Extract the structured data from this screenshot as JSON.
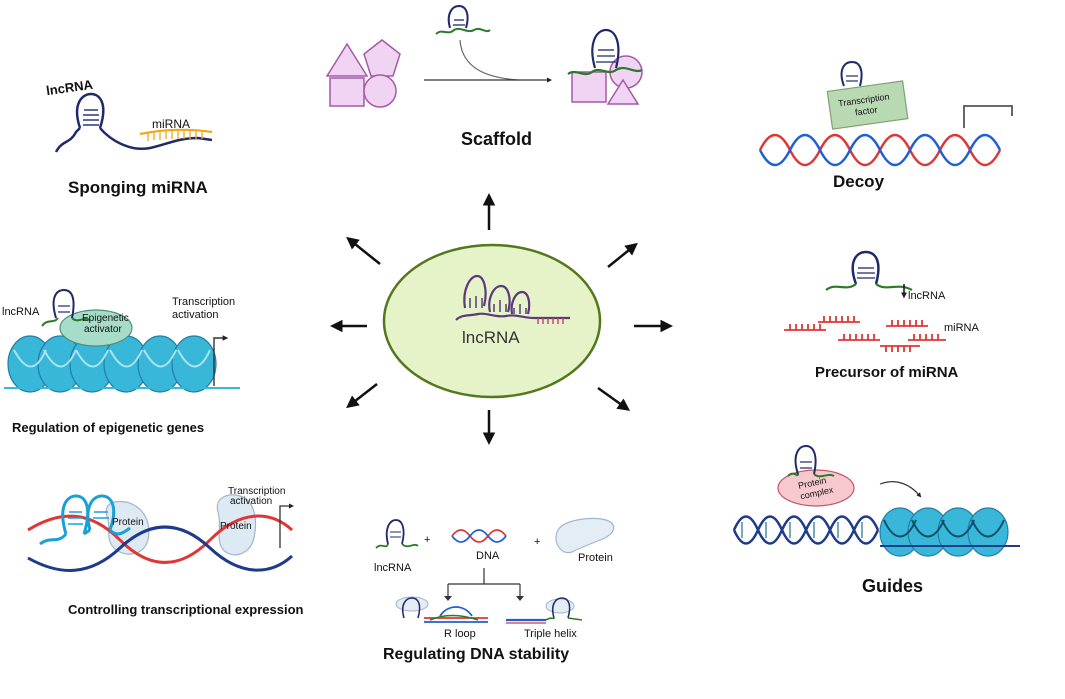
{
  "center": {
    "label": "lncRNA"
  },
  "scaffold": {
    "title": "Scaffold"
  },
  "sponging": {
    "title": "Sponging miRNA",
    "lncrna_label": "lncRNA",
    "mirna_label": "miRNA"
  },
  "decoy": {
    "title": "Decoy",
    "tf_label_1": "Transcription",
    "tf_label_2": "factor"
  },
  "precursor": {
    "title": "Precursor of miRNA",
    "lncrna_label": "lncRNA",
    "mirna_label": "miRNA"
  },
  "epigenetic": {
    "title": "Regulation of epigenetic genes",
    "lncrna_label": "lncRNA",
    "activator_1": "Epigenetic",
    "activator_2": "activator",
    "transcription_1": "Transcription",
    "transcription_2": "activation"
  },
  "guides": {
    "title": "Guides",
    "protein_1": "Protein",
    "protein_2": "complex"
  },
  "controlling": {
    "title": "Controlling transcriptional expression",
    "protein_1": "Protein",
    "protein_2": "Protein",
    "transcription_1": "Transcription",
    "transcription_2": "activation"
  },
  "stability": {
    "title": "Regulating DNA stability",
    "lncrna": "lncRNA",
    "dna": "DNA",
    "protein": "Protein",
    "plus": "+",
    "rloop": "R loop",
    "triple": "Triple helix"
  },
  "colors": {
    "ellipse_fill": "#e6f3c9",
    "ellipse_stroke": "#55781f",
    "navy": "#1e2a6b",
    "dna_red": "#e03535",
    "dna_blue": "#1f5fd6",
    "scaffold_pink": "#f1d3f3",
    "scaffold_stroke": "#a45aa6",
    "nucleosome": "#38b7d9",
    "green_rna": "#2c7a2c",
    "mirna_orange": "#f2a71b"
  }
}
